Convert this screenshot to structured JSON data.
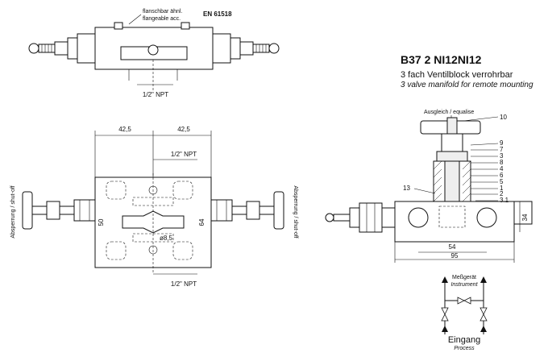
{
  "title": {
    "code": "B37 2 NI12NI12",
    "name_de": "3 fach Ventilblock verrohrbar",
    "name_en": "3 valve manifold for remote mounting"
  },
  "top_view": {
    "flange_note_de": "flanschbar ähnl.",
    "flange_note_en": "flangeable acc.",
    "standard": "EN 61518",
    "thread": "1/2\" NPT"
  },
  "front_view": {
    "dim_left": "42,5",
    "dim_right": "42,5",
    "thread_top": "1/2\" NPT",
    "thread_bottom": "1/2\" NPT",
    "height_left": "50",
    "height_right": "64",
    "hole_dia": "ø8,5",
    "side_label_left": "Absperrung / shut-off",
    "side_label_right": "Absperrung / shut-off"
  },
  "section_view": {
    "header_label": "Ausgleich / equalise",
    "callouts_right": [
      "10",
      "9",
      "7",
      "3",
      "8",
      "4",
      "6",
      "5",
      "1",
      "2",
      "3.1"
    ],
    "callout_left": "13",
    "dim_height": "34",
    "dim_54": "54",
    "dim_95": "95"
  },
  "schematic": {
    "top_de": "Meßgerät",
    "top_en": "Instrument",
    "bottom_de": "Eingang",
    "bottom_en": "Process"
  }
}
